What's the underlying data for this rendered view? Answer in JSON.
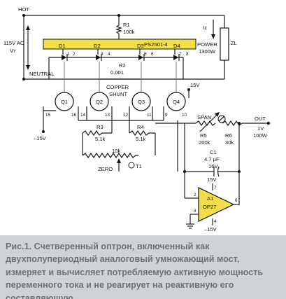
{
  "labels": {
    "hot": "HOT",
    "neutral": "NEUTRAL",
    "vac": "115V AC",
    "vt": "Vт",
    "r1": "R1",
    "r1v": "100k",
    "chip": "PS2501-4",
    "iz": "Iz",
    "power": "POWER",
    "powerv": "1300W",
    "zl": "ZL",
    "d1": "D1",
    "d2": "D2",
    "d3": "D3",
    "d4": "D4",
    "r2": "R2",
    "r2v": "0.001",
    "copper": "COPPER",
    "shunt": "SHUNT",
    "v15top": "15V",
    "v15neg": "–15V",
    "q1": "Q1",
    "q2": "Q2",
    "q3": "Q3",
    "q4": "Q4",
    "span": "SPAN",
    "out": "OUT",
    "out1": "1V",
    "out2": "100W",
    "r3": "R3",
    "r3v": "5.1k",
    "r4": "R4",
    "r4v": "5.1k",
    "r5": "R5",
    "r5v": "200k",
    "r6": "R6",
    "r6v": "30k",
    "k10": "10k",
    "zero": "ZERO",
    "t1": "T1",
    "c1": "C1",
    "c1a": "4.7 μF",
    "c1b": "16V",
    "a1": "A1",
    "op": "OP27",
    "v15a": "15V",
    "v15b": "–15V"
  },
  "pins": {
    "p1": "1",
    "p2": "2",
    "p3": "3",
    "p4": "4",
    "p5": "5",
    "p6": "6",
    "p7": "7",
    "p8": "8",
    "b15": "15",
    "b16": "16",
    "b14": "14",
    "b13": "13",
    "b12": "12",
    "b11": "11",
    "b9": "9",
    "b10": "10",
    "o2": "2",
    "o3": "3",
    "o4": "4",
    "o6": "6",
    "o7": "7"
  },
  "caption": "Рис.1. Счетверенный оптрон, включенный как двухполупериодный аналоговый умножающий мост, измеряет и вычисляет потребляемую активную мощность переменного тока и не реагирует на реактивную его составляющую."
}
